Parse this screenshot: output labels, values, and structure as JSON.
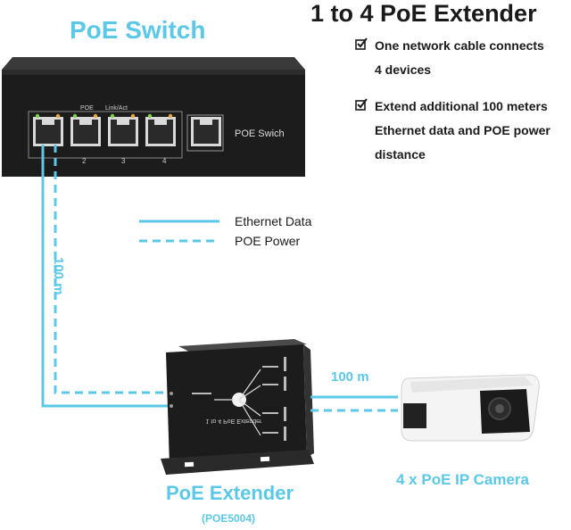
{
  "title": "1 to 4 PoE Extender",
  "switch": {
    "title": "PoE Switch",
    "device_label": "POE Swich",
    "header_poe": "POE",
    "header_link": "Link/Act",
    "port_numbers": [
      "2",
      "3",
      "4"
    ]
  },
  "features": [
    {
      "icon": "checkbox-checked-icon",
      "lines": [
        "One network cable connects",
        "4 devices"
      ]
    },
    {
      "icon": "checkbox-checked-icon",
      "lines": [
        "Extend additional 100 meters",
        "Ethernet data and POE power",
        "distance"
      ]
    }
  ],
  "legend": {
    "ethernet_data": "Ethernet Data",
    "poe_power": "POE Power"
  },
  "distances": {
    "switch_to_extender": "100 m",
    "extender_to_camera": "100 m"
  },
  "extender": {
    "title": "PoE Extender",
    "model": "(POE5004)",
    "label_mirrored": "1 to 4 PoE Extender"
  },
  "camera": {
    "title": "4 x PoE IP Camera"
  },
  "colors": {
    "accent": "#5bc8e8",
    "device_body": "#1c1c1c",
    "text": "#1a1a1a"
  }
}
